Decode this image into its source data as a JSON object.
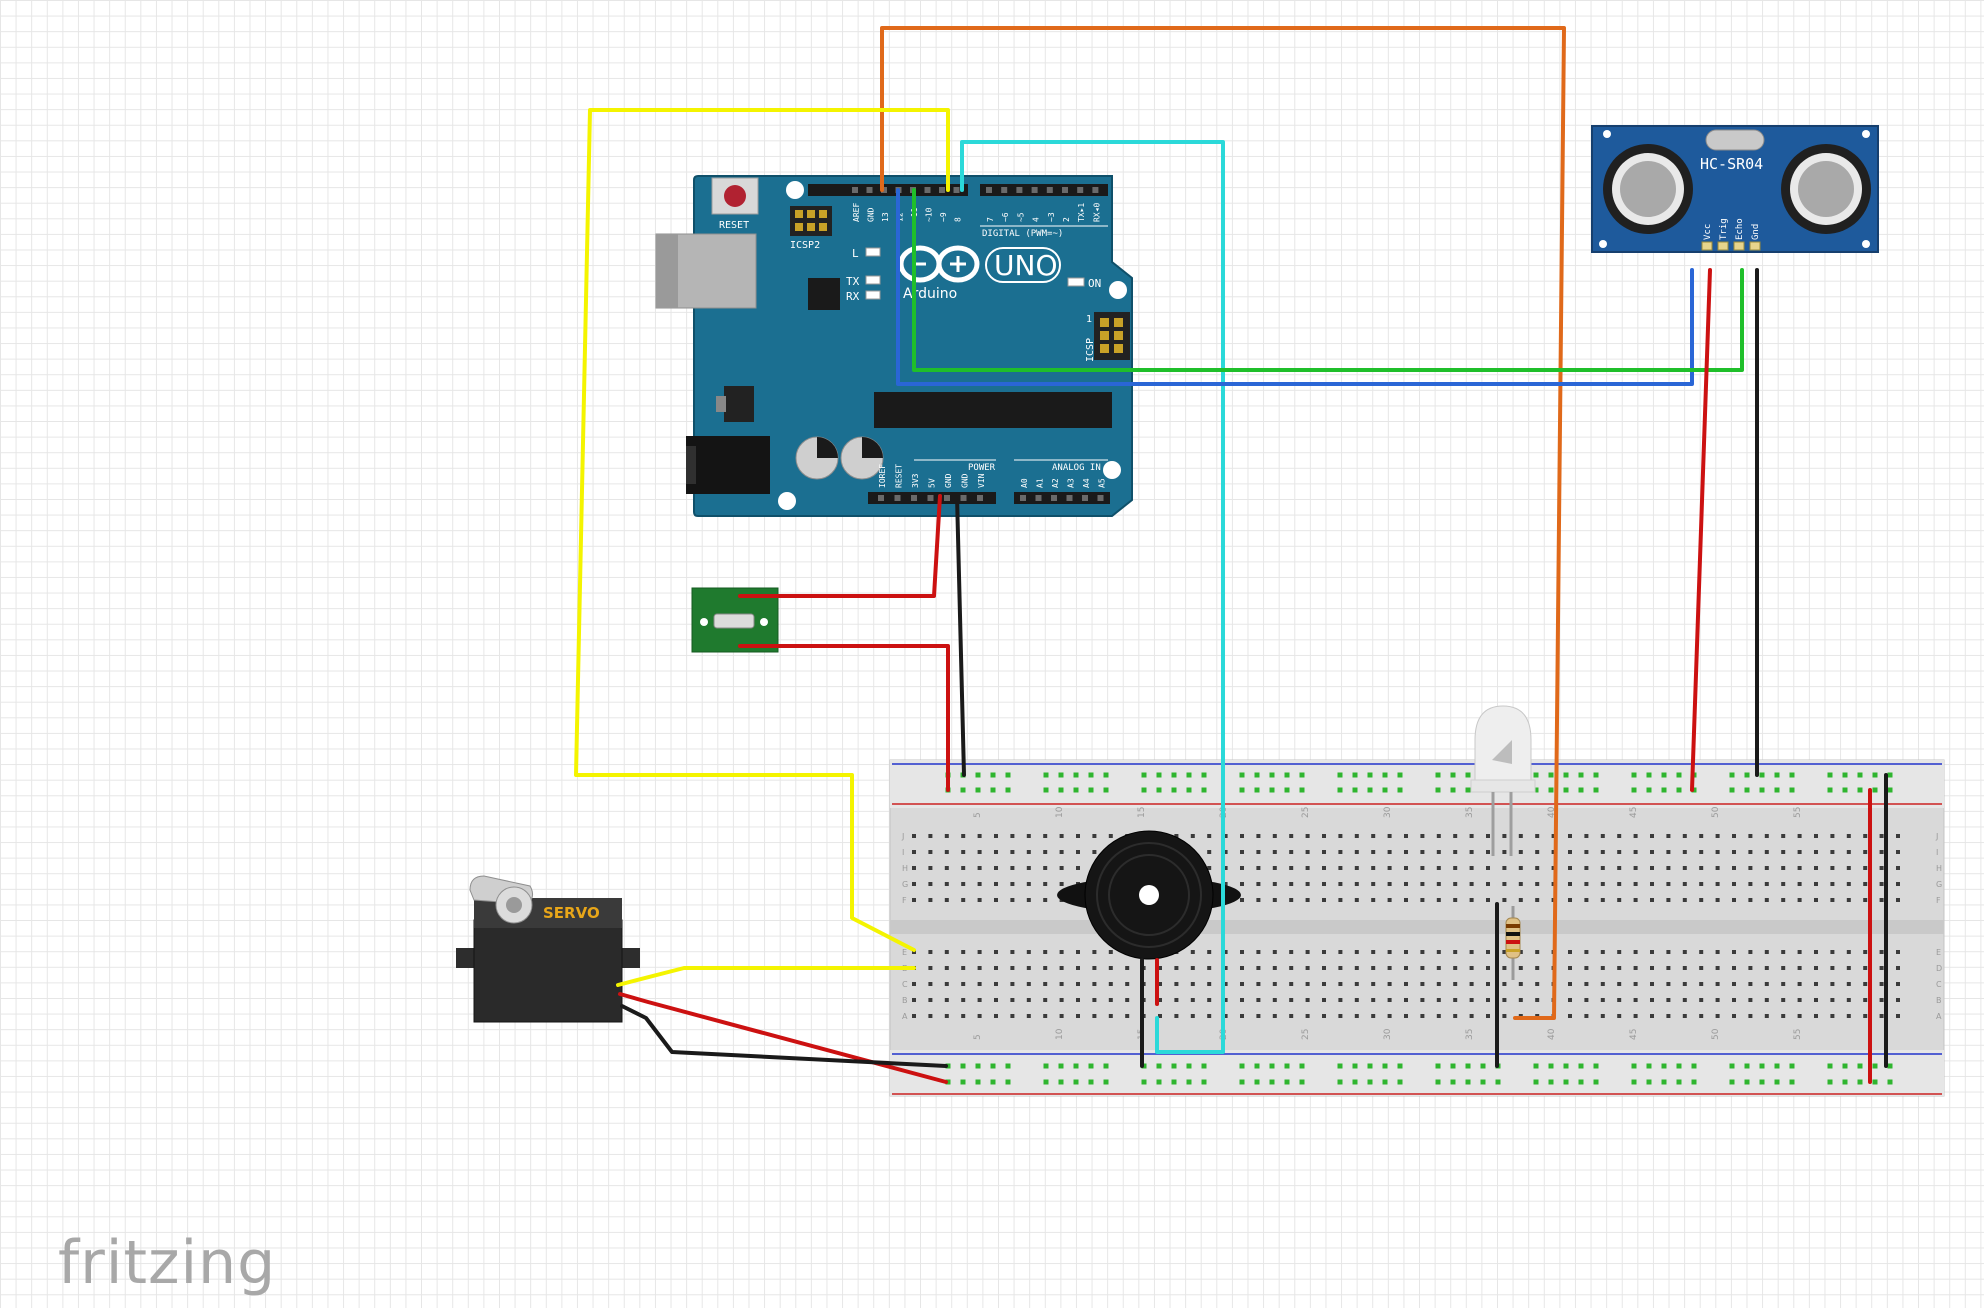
{
  "brand": "fritzing",
  "arduino": {
    "reset_label": "RESET",
    "icsp2_label": "ICSP2",
    "icsp_label": "ICSP",
    "icsp_pin1": "1",
    "led_l": "L",
    "led_tx": "TX",
    "led_rx": "RX",
    "on_label": "ON",
    "model": "UNO",
    "maker": "Arduino",
    "digital_label": "DIGITAL (PWM=~)",
    "power_label": "POWER",
    "analog_label": "ANALOG IN",
    "digital_pins": [
      "AREF",
      "GND",
      "13",
      "12",
      "~11",
      "~10",
      "~9",
      "8",
      "7",
      "~6",
      "~5",
      "4",
      "~3",
      "2",
      "TX▸1",
      "RX◂0"
    ],
    "power_pins": [
      "IOREF",
      "RESET",
      "3V3",
      "5V",
      "GND",
      "GND",
      "VIN"
    ],
    "analog_pins": [
      "A0",
      "A1",
      "A2",
      "A3",
      "A4",
      "A5"
    ]
  },
  "sensor": {
    "model": "HC-SR04",
    "pins": [
      "Vcc",
      "Trig",
      "Echo",
      "Gnd"
    ]
  },
  "servo": {
    "label": "SERVO"
  },
  "breadboard": {
    "col_numbers": [
      "5",
      "10",
      "15",
      "20",
      "25",
      "30",
      "35",
      "40",
      "45",
      "50",
      "55"
    ],
    "row_letters_top": [
      "J",
      "I",
      "H",
      "G",
      "F"
    ],
    "row_letters_bottom": [
      "E",
      "D",
      "C",
      "B",
      "A"
    ]
  },
  "wire_colors": {
    "yellow": "#f4f400",
    "orange": "#e0691a",
    "cyan": "#2bd9d9",
    "blue": "#2a66d6",
    "green": "#1fbf2a",
    "red": "#cc1111",
    "black": "#1a1a1a"
  }
}
